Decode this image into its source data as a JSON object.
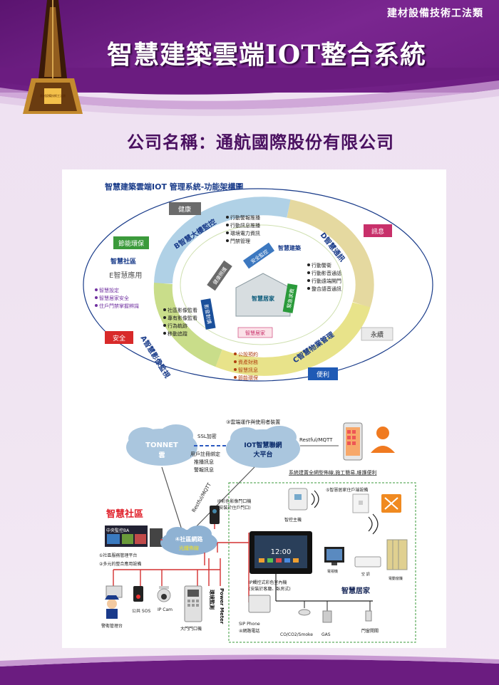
{
  "header": {
    "category": "建材設備技術工法類",
    "title": "智慧建築雲端IOT整合系統",
    "trophy_label": "建材設備技術工法類"
  },
  "company": "公司名稱：通航國際股份有限公司",
  "diagram1": {
    "title": "智慧建築雲端IOT 管理系統-功能架構圖",
    "corner_tags": {
      "health": "健康",
      "energy": "節能環保",
      "message": "訊息",
      "safety": "安全",
      "forever": "永續",
      "convenience": "便利"
    },
    "ring_labels": {
      "b": "B智慧大樓監控",
      "d": "D智慧通訊",
      "a": "A智慧影像監視",
      "c": "C智慧物業管理"
    },
    "left_heading1": "智慧社區",
    "left_heading2": "E智慧應用",
    "left_bullets": [
      "智慧設定",
      "智慧居家安全",
      "住戶門禁掌握辨識"
    ],
    "b_bullets": [
      "行動警報推播",
      "行動訊息推播",
      "環境電力資訊",
      "門禁管理"
    ],
    "d_bullets": [
      "行動警衛",
      "行動影音通話",
      "行動遠端開門",
      "整合語音通訊"
    ],
    "a_bullets": [
      "社區影像監看",
      "專有影像監看",
      "行為軌跡",
      "移動追蹤"
    ],
    "c_bullets": [
      "公設預約",
      "資產財務",
      "智慧訊息",
      "節能環保"
    ],
    "inner_ring": "智慧建築",
    "house": "智慧居家",
    "inner_tags": {
      "t1": "安全監控",
      "t2": "健康照護",
      "t3": "緊急求救",
      "t4": "影音對講",
      "t5": "智慧居家"
    }
  },
  "diagram2": {
    "cloud_step": "雲端運作與使用者裝置",
    "tonnet": "TONNET",
    "tonnet_sub": "雲",
    "ssl": "SSL加密",
    "iot": "IOT智慧聯網",
    "iot_sub": "大平台",
    "cloud_services": [
      "用戶註冊綁定",
      "推播訊息",
      "警報訊息"
    ],
    "restful": "Restful/MQTT",
    "restful_diag": "Restful/MQTT",
    "phone_note": "系統建置全網型佈線,施工簡易,維護便利",
    "community": "智慧社區",
    "center_ba": "中央監控BA",
    "mgmt_platform": "社區服務管理平台",
    "community_net": "社區網路",
    "fiber": "光纖佈線",
    "multi_app": "多元的整合應用設備",
    "ip_video": "IP彩色影像門口機",
    "ip_video_sub": "(安裝於住戶門口)",
    "home_step": "智慧居家住戶端設備",
    "smart_host": "智控主機",
    "monitor_clock": "12:00",
    "indoor": "IP觸控式彩色室內機",
    "indoor_sub": "(安裝於客廳、臥房式)",
    "tv": "電視機",
    "ac": "空 調",
    "curtain": "電動窗簾",
    "smart_home": "智慧居家",
    "sip": "SIP Phone",
    "sip_sub": "網路電話",
    "sensors": "CO/CO2/Smoke",
    "gas": "GAS",
    "door_switch": "門窗開關",
    "env": "環境監測",
    "power_meter": "Power Meter",
    "guard": "警衛管理台",
    "sos": "公共 SOS",
    "ipcam": "IP Cam",
    "main_door": "大門門口機",
    "nums": [
      "①",
      "②",
      "③",
      "④",
      "⑤"
    ]
  }
}
